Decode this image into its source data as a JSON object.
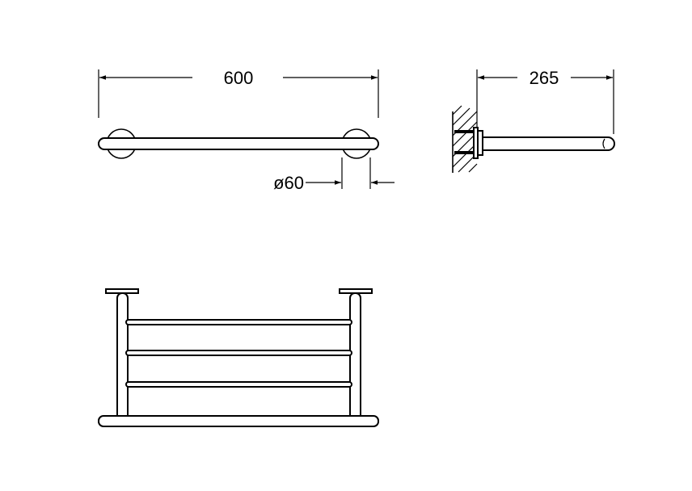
{
  "dimensions": {
    "width": "600",
    "depth": "265",
    "flange_diameter": "ø60"
  },
  "colors": {
    "line": "#000000",
    "background": "#ffffff"
  }
}
